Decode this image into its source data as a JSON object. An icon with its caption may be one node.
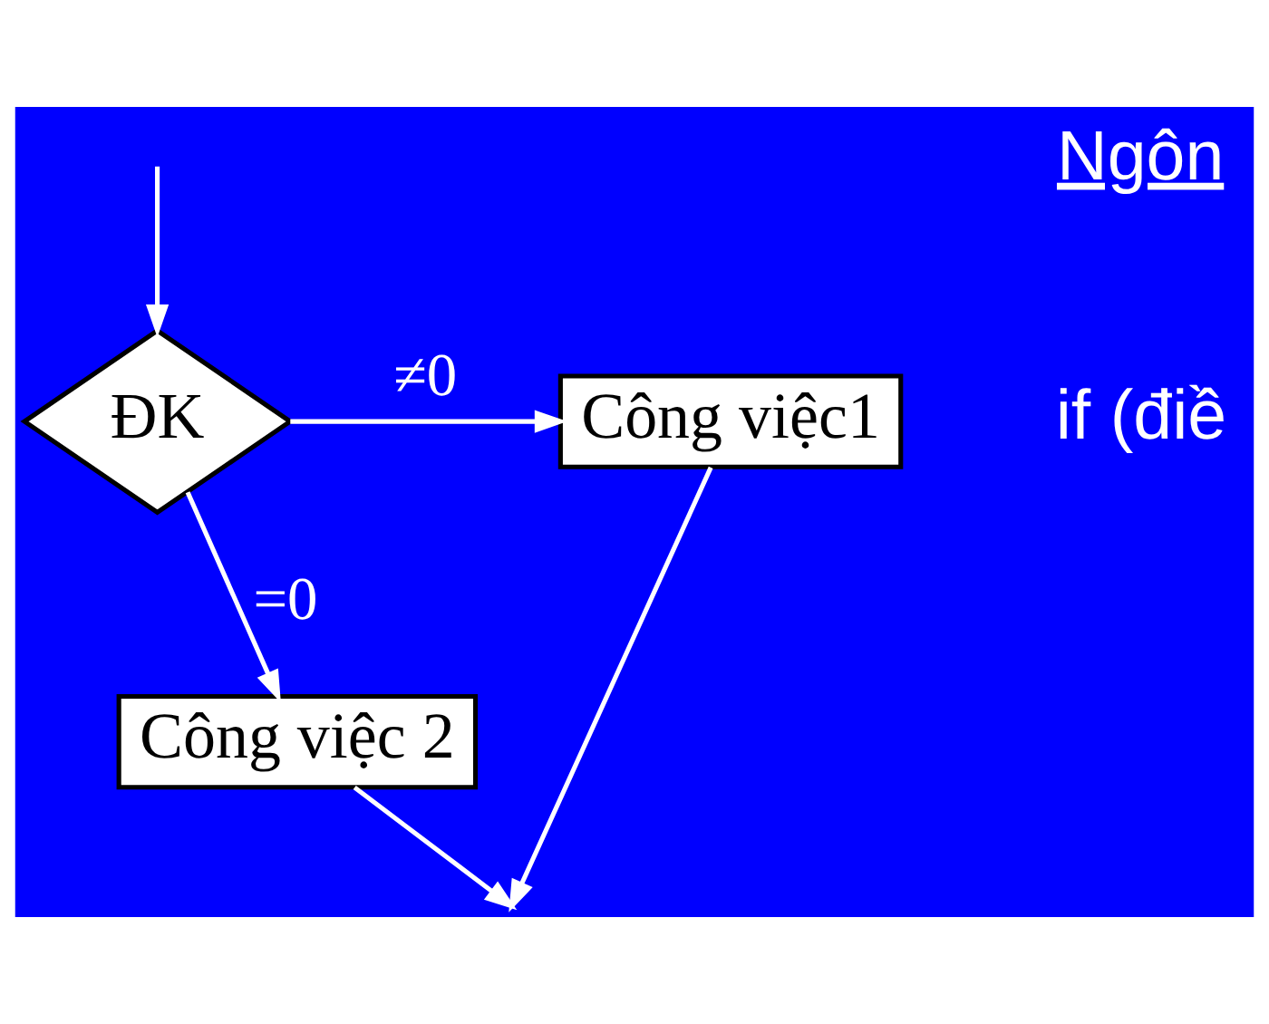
{
  "diagram": {
    "nodes": [
      {
        "text": [
          "ĐK"
        ]
      },
      {
        "text": [
          "Công việc1"
        ]
      },
      {
        "text": [
          "Công việc 2"
        ]
      }
    ],
    "edges": [
      {
        "from": null,
        "to": 0,
        "arrow": "to"
      },
      {
        "from": 0,
        "to": 1,
        "arrow": "to",
        "label": "≠0"
      },
      {
        "from": 0,
        "to": 2,
        "arrow": "to",
        "label": "=0"
      },
      {
        "from": 1,
        "to": null,
        "arrow": "to"
      },
      {
        "from": 2,
        "to": null,
        "arrow": "to"
      }
    ],
    "labels": [
      "Ngôn",
      "if (điề"
    ]
  }
}
